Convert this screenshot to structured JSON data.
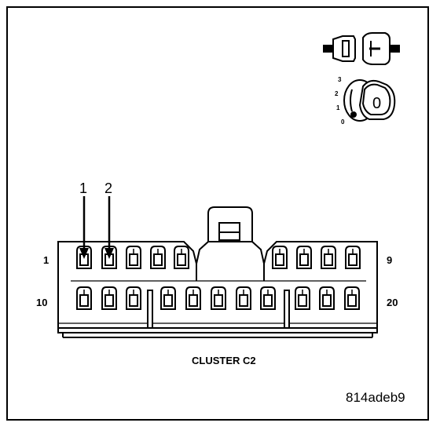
{
  "connector": {
    "name": "CLUSTER C2",
    "pin_labels": {
      "top_left": "1",
      "top_right": "9",
      "bottom_left": "10",
      "bottom_right": "20"
    },
    "callouts": [
      "1",
      "2"
    ]
  },
  "key_icon": {
    "positions": [
      "3",
      "2",
      "1",
      "0"
    ],
    "key_label": "0"
  },
  "reference": "814adeb9"
}
